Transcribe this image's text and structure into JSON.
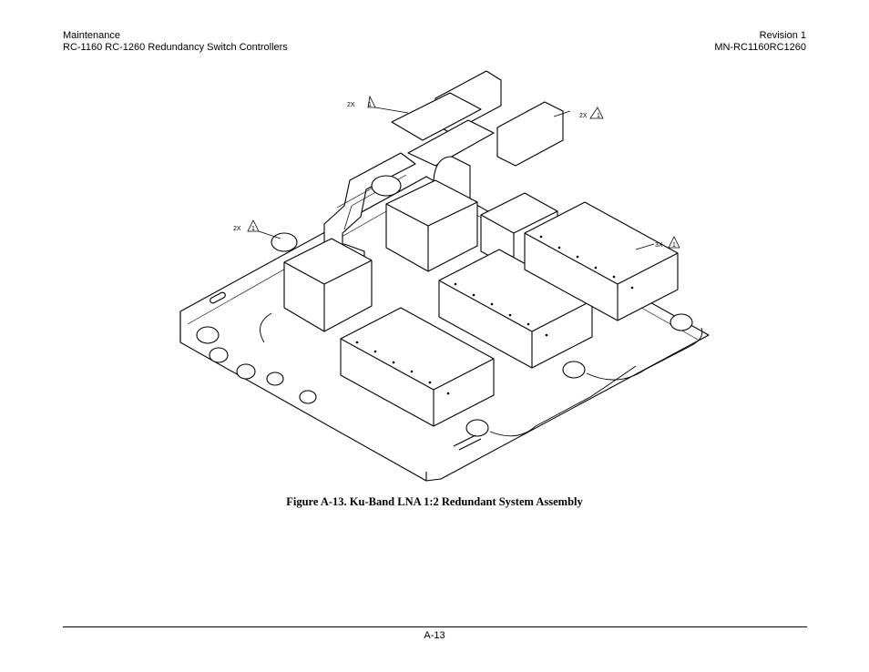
{
  "header": {
    "left_line1": "Maintenance",
    "left_line2": "RC-1160 RC-1260 Redundancy Switch Controllers",
    "right_line1": "Revision 1",
    "right_line2": "MN-RC1160RC1260"
  },
  "figure": {
    "callouts": [
      {
        "qty": "2X",
        "num": "1"
      },
      {
        "qty": "2X",
        "num": "1"
      },
      {
        "qty": "2X",
        "num": "1"
      },
      {
        "qty": "3X",
        "num": "1"
      }
    ],
    "caption": "Figure A-13. Ku-Band LNA 1:2 Redundant System Assembly"
  },
  "footer": {
    "page_number": "A-13"
  }
}
